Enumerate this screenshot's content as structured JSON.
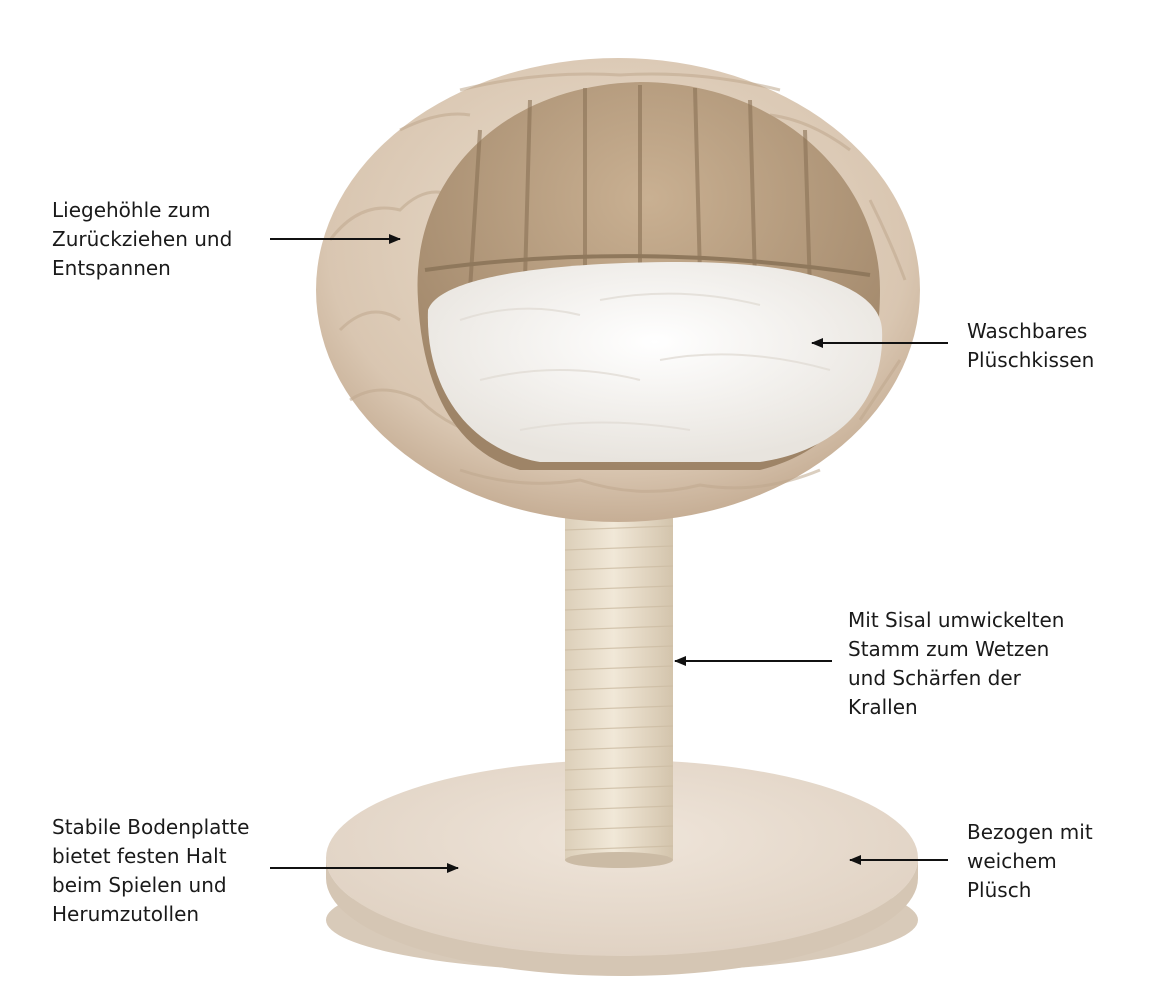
{
  "annotations": {
    "cave": "Liegehöhle zum\nZurückziehen und\nEntspannen",
    "cushion": "Waschbares\nPlüschkissen",
    "post": "Mit Sisal umwickelten\nStamm zum Wetzen\nund Schärfen der\nKrallen",
    "base": "Stabile Bodenplatte\nbietet festen Halt\nbeim Spielen und\nHerumzutollen",
    "plush": "Bezogen mit\nweichem\nPlüsch"
  },
  "colors": {
    "wicker": "#e2d2c0",
    "wicker_dark": "#b9a38a",
    "cushion": "#f7f5f2",
    "sisal": "#ebdfcb",
    "base": "#e9ddd0",
    "arrow": "#111111"
  }
}
